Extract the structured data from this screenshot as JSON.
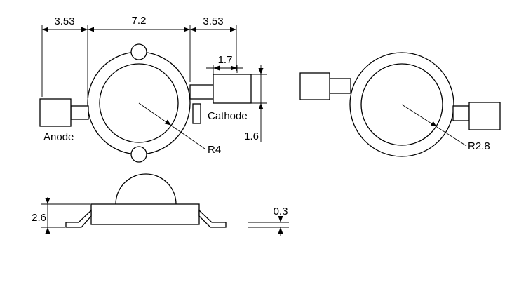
{
  "drawing": {
    "background": "#ffffff",
    "line_color": "#000000",
    "top_view": {
      "dim_left_tab": "3.53",
      "dim_body": "7.2",
      "dim_right_tab": "3.53",
      "dim_cathode_lead": "1.7",
      "dim_lead_height": "1.6",
      "anode_label": "Anode",
      "cathode_label": "Cathode",
      "lens_radius_label": "R4"
    },
    "bottom_face_view": {
      "radius_label": "R2.8"
    },
    "side_view": {
      "dim_height": "2.6",
      "dim_lead_thickness": "0.3"
    }
  }
}
